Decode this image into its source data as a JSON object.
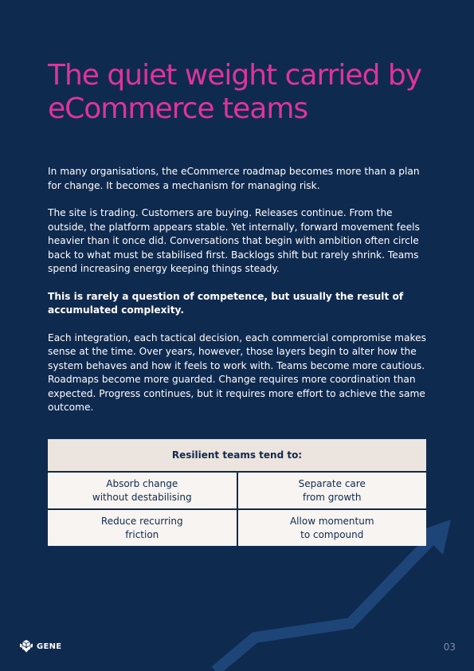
{
  "colors": {
    "background": "#0f2a4f",
    "title": "#e0339c",
    "arrow": "#1d4578",
    "table_header_bg": "#ece4de",
    "table_cell_bg": "#f7f4f2"
  },
  "title": "The quiet weight carried by eCommerce teams",
  "paragraphs": [
    "In many organisations, the eCommerce roadmap becomes more than a plan for change. It becomes a mechanism for managing risk.",
    "The site is trading. Customers are buying. Releases continue. From the outside, the platform appears stable. Yet internally, forward movement feels heavier than it once did. Conversations that begin with ambition often circle back to what must be stabilised first. Backlogs shift but rarely shrink. Teams spend increasing energy keeping things steady.",
    "This is rarely a question of competence, but usually the result of accumulated complexity.",
    "Each integration, each tactical decision, each commercial compromise makes sense at the time. Over years, however, those layers begin to alter how the system behaves and how it feels to work with. Teams become more cautious. Roadmaps become more guarded. Change requires more coordination than expected. Progress continues, but it requires more effort to achieve the same outcome."
  ],
  "table": {
    "header": "Resilient teams tend to:",
    "rows": [
      [
        {
          "line1": "Absorb change",
          "line2": "without destabilising"
        },
        {
          "line1": "Separate care",
          "line2": "from growth"
        }
      ],
      [
        {
          "line1": "Reduce recurring",
          "line2": "friction"
        },
        {
          "line1": "Allow momentum",
          "line2": "to compound"
        }
      ]
    ]
  },
  "footer": {
    "logo_text": "GENE",
    "logo_icon": "cube-logo-icon",
    "page_number": "03"
  }
}
